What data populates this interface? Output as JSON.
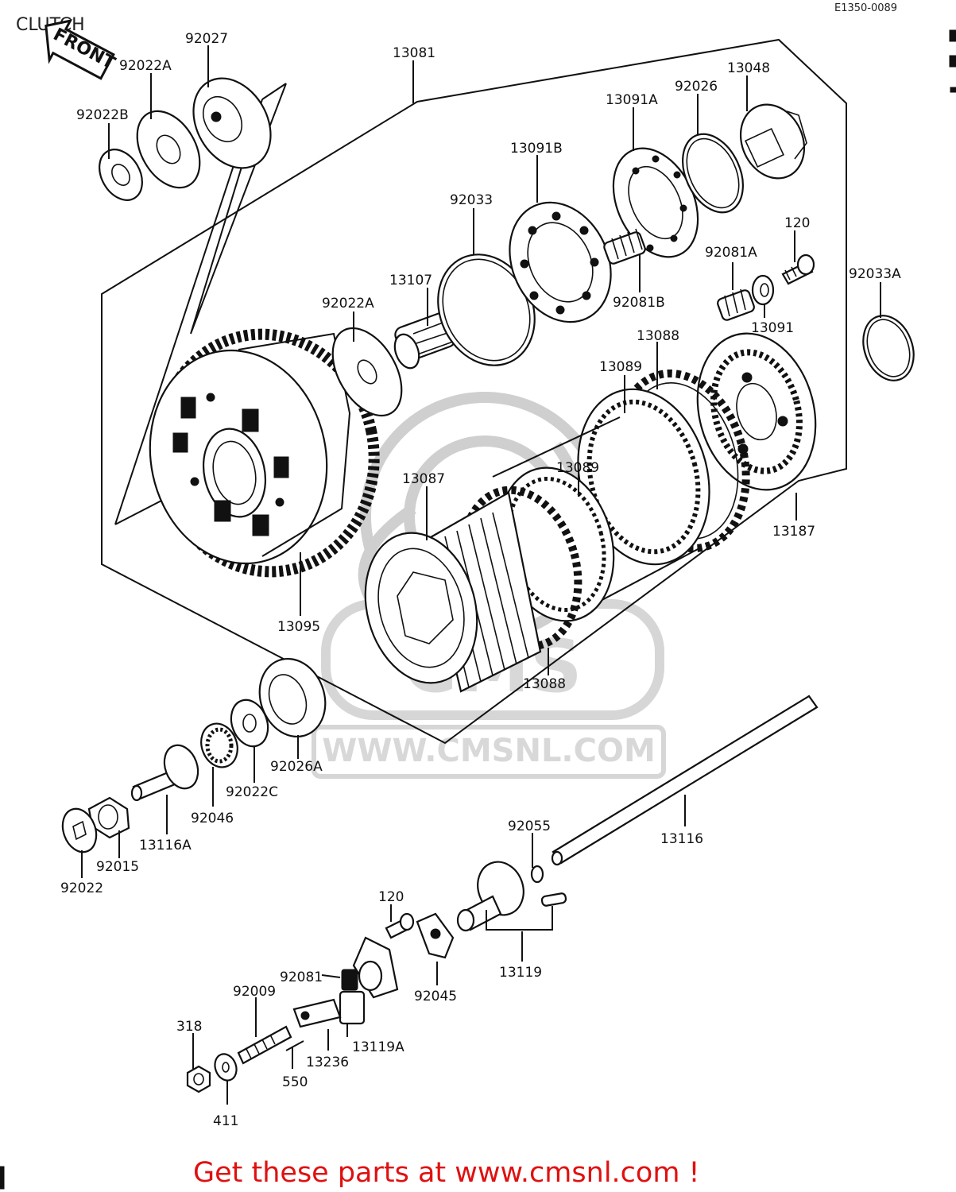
{
  "header": {
    "title": "CLUTCH",
    "diagram_code": "E1350-0089"
  },
  "front_arrow": {
    "label": "FRONT"
  },
  "watermark": {
    "text": "WWW.CMSNL.COM",
    "logo_text": "CMS"
  },
  "footer": {
    "cta": "Get these parts at www.cmsnl.com !"
  },
  "colors": {
    "cta_red": "#e01010",
    "line": "#111111",
    "watermark": "#d0d0d0"
  },
  "parts": [
    {
      "id": "92027",
      "label": "92027"
    },
    {
      "id": "92022A-top",
      "label": "92022A"
    },
    {
      "id": "92022B",
      "label": "92022B"
    },
    {
      "id": "13081",
      "label": "13081"
    },
    {
      "id": "13048",
      "label": "13048"
    },
    {
      "id": "92026",
      "label": "92026"
    },
    {
      "id": "13091A",
      "label": "13091A"
    },
    {
      "id": "13091B",
      "label": "13091B"
    },
    {
      "id": "92033",
      "label": "92033"
    },
    {
      "id": "120-top",
      "label": "120"
    },
    {
      "id": "92081A",
      "label": "92081A"
    },
    {
      "id": "92033A",
      "label": "92033A"
    },
    {
      "id": "13107",
      "label": "13107"
    },
    {
      "id": "92081B",
      "label": "92081B"
    },
    {
      "id": "13091",
      "label": "13091"
    },
    {
      "id": "92022A-mid",
      "label": "92022A"
    },
    {
      "id": "13088-top",
      "label": "13088"
    },
    {
      "id": "13089-top",
      "label": "13089"
    },
    {
      "id": "13089-mid",
      "label": "13089"
    },
    {
      "id": "13087",
      "label": "13087"
    },
    {
      "id": "13187",
      "label": "13187"
    },
    {
      "id": "13095",
      "label": "13095"
    },
    {
      "id": "13088-bot",
      "label": "13088"
    },
    {
      "id": "92026A",
      "label": "92026A"
    },
    {
      "id": "92022C",
      "label": "92022C"
    },
    {
      "id": "92046",
      "label": "92046"
    },
    {
      "id": "13116A",
      "label": "13116A"
    },
    {
      "id": "92015",
      "label": "92015"
    },
    {
      "id": "92022",
      "label": "92022"
    },
    {
      "id": "92055",
      "label": "92055"
    },
    {
      "id": "13116",
      "label": "13116"
    },
    {
      "id": "120-bot",
      "label": "120"
    },
    {
      "id": "92081",
      "label": "92081"
    },
    {
      "id": "92009",
      "label": "92009"
    },
    {
      "id": "92045",
      "label": "92045"
    },
    {
      "id": "13119",
      "label": "13119"
    },
    {
      "id": "318",
      "label": "318"
    },
    {
      "id": "13119A",
      "label": "13119A"
    },
    {
      "id": "13236",
      "label": "13236"
    },
    {
      "id": "550",
      "label": "550"
    },
    {
      "id": "411",
      "label": "411"
    }
  ]
}
